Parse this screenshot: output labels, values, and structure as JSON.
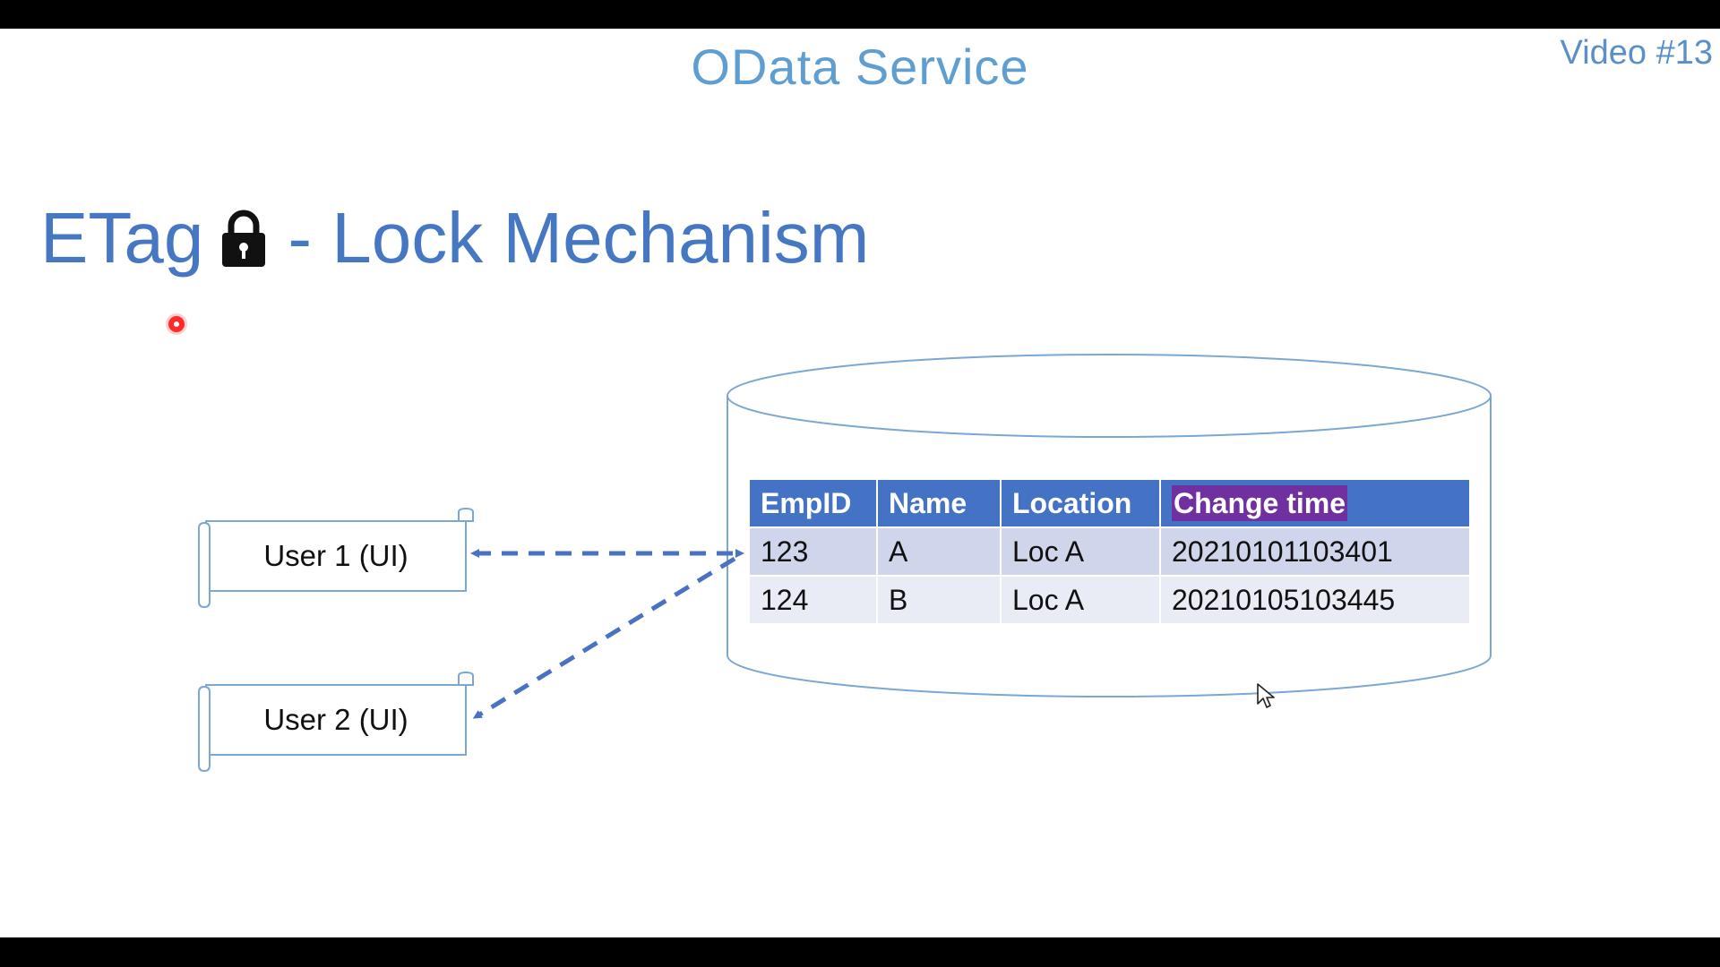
{
  "header": {
    "title": "OData Service",
    "video_tag": "Video #13"
  },
  "heading": {
    "prefix": "ETag",
    "suffix": "- Lock Mechanism",
    "icon": "lock-icon"
  },
  "users": [
    {
      "label": "User 1 (UI)"
    },
    {
      "label": "User 2 (UI)"
    }
  ],
  "table": {
    "columns": [
      "EmpID",
      "Name",
      "Location",
      "Change time"
    ],
    "highlighted_column": "Change time",
    "rows": [
      [
        "123",
        "A",
        "Loc A",
        "20210101103401"
      ],
      [
        "124",
        "B",
        "Loc A",
        "20210105103445"
      ]
    ]
  },
  "colors": {
    "title": "#5f9ed1",
    "heading": "#4677c2",
    "table_header": "#4472c4",
    "highlight": "#7030a0",
    "arrow": "#4a72c2"
  }
}
